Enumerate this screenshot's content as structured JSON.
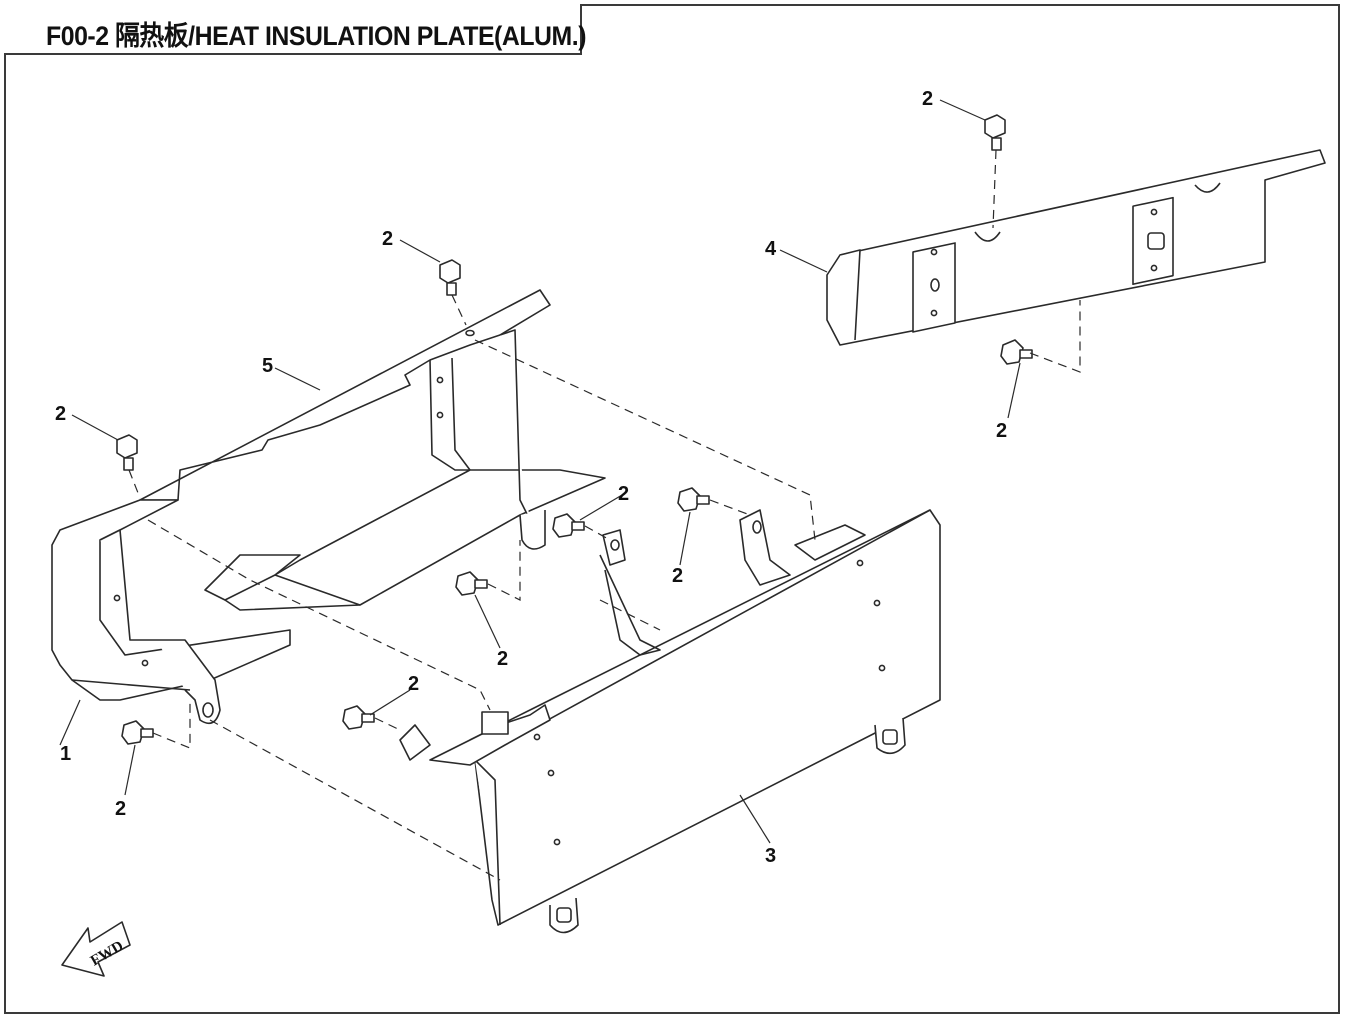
{
  "diagram": {
    "title": "F00-2 隔热板/HEAT INSULATION PLATE(ALUM.)",
    "direction_label": "FWD",
    "callouts": [
      {
        "id": "c1",
        "label": "1"
      },
      {
        "id": "c2a",
        "label": "2"
      },
      {
        "id": "c2b",
        "label": "2"
      },
      {
        "id": "c2c",
        "label": "2"
      },
      {
        "id": "c2d",
        "label": "2"
      },
      {
        "id": "c2e",
        "label": "2"
      },
      {
        "id": "c2f",
        "label": "2"
      },
      {
        "id": "c2g",
        "label": "2"
      },
      {
        "id": "c2h",
        "label": "2"
      },
      {
        "id": "c2i",
        "label": "2"
      },
      {
        "id": "c3",
        "label": "3"
      },
      {
        "id": "c4",
        "label": "4"
      },
      {
        "id": "c5",
        "label": "5"
      }
    ],
    "colors": {
      "line": "#2a2a2a",
      "background": "#ffffff",
      "frame": "#3a3a3a"
    }
  }
}
